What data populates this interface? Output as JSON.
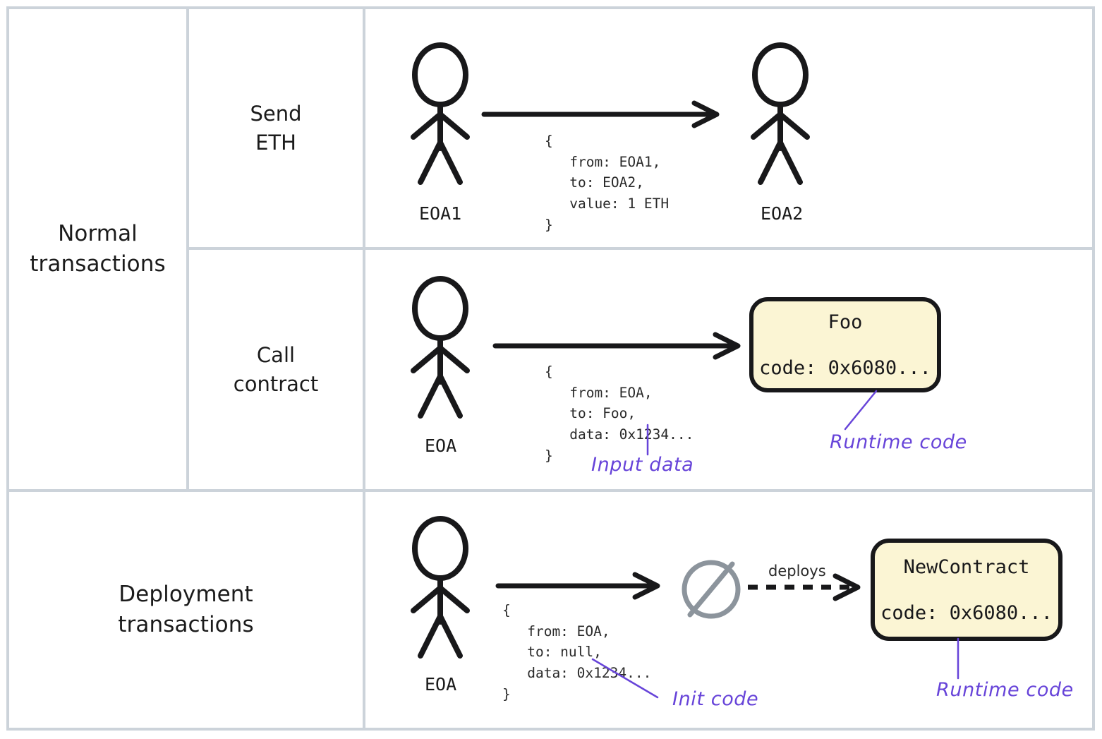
{
  "diagram": {
    "title": "Ethereum transaction types",
    "colors": {
      "grid": "#ccd3da",
      "ink": "#18181a",
      "contract_fill": "#fbf5d4",
      "annotation": "#6744d9",
      "null_symbol": "#8c949c",
      "background": "#ffffff"
    }
  },
  "categories": [
    {
      "label": "Normal\ntransactions"
    },
    {
      "label": "Deployment\ntransactions"
    }
  ],
  "subtypes": [
    {
      "label": "Send\nETH"
    },
    {
      "label": "Call\ncontract"
    }
  ],
  "rows": [
    {
      "id": "send-eth",
      "category": "Normal transactions",
      "subtype": "Send ETH",
      "from_actor": "EOA1",
      "to_actor": "EOA2",
      "tx": "{\n   from: EOA1,\n   to: EOA2,\n   value: 1 ETH\n}",
      "tx_lines": [
        "{",
        "   from: EOA1,",
        "   to: EOA2,",
        "   value: 1 ETH",
        "}"
      ]
    },
    {
      "id": "call-contract",
      "category": "Normal transactions",
      "subtype": "Call contract",
      "from_actor": "EOA",
      "tx": "{\n   from: EOA,\n   to: Foo,\n   data: 0x1234...\n}",
      "tx_lines": [
        "{",
        "   from: EOA,",
        "   to: Foo,",
        "   data: 0x1234...",
        "}"
      ],
      "contract": {
        "name": "Foo",
        "code": "code: 0x6080..."
      },
      "annotations": [
        {
          "id": "input-data",
          "text": "Input data"
        },
        {
          "id": "runtime-code",
          "text": "Runtime code"
        }
      ]
    },
    {
      "id": "deployment",
      "category": "Deployment transactions",
      "from_actor": "EOA",
      "tx": "{\n   from: EOA,\n   to: null,\n   data: 0x1234...\n}",
      "tx_lines": [
        "{",
        "   from: EOA,",
        "   to: null,",
        "   data: 0x1234...",
        "}"
      ],
      "null_target": "∅",
      "edge_label": "deploys",
      "contract": {
        "name": "NewContract",
        "code": "code: 0x6080..."
      },
      "annotations": [
        {
          "id": "init-code",
          "text": "Init code"
        },
        {
          "id": "runtime-code",
          "text": "Runtime code"
        }
      ]
    }
  ]
}
